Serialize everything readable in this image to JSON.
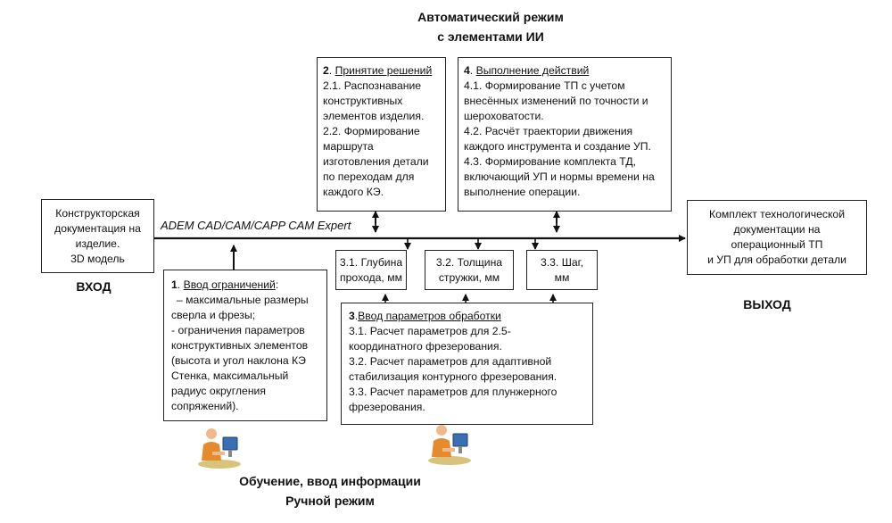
{
  "top_title": {
    "line1": "Автоматический режим",
    "line2": "с элементами ИИ"
  },
  "bottom_title": {
    "line1": "Обучение, ввод информации",
    "line2": "Ручной режим"
  },
  "input_box": {
    "lines": [
      "Конструкторская",
      "документация на",
      "изделие.",
      "3D модель"
    ]
  },
  "input_label": "ВХОД",
  "output_box": {
    "lines": [
      "Комплект технологической",
      "документации на",
      "операционный ТП",
      "и УП для обработки детали"
    ]
  },
  "output_label": "ВЫХОД",
  "bus_label": "ADEM CAD/CAM/CAPP CAM Expert",
  "box2": {
    "num": "2",
    "heading": "Принятие решений",
    "lines": [
      "2.1. Распознавание",
      "конструктивных",
      "элементов изделия.",
      "2.2. Формирование",
      "маршрута",
      "изготовления детали",
      "по переходам для",
      "каждого КЭ."
    ]
  },
  "box4": {
    "num": "4",
    "heading": "Выполнение действий",
    "lines": [
      "4.1. Формирование ТП с учетом",
      "внесённых изменений по точности и",
      "шероховатости.",
      "4.2. Расчёт траектории движения",
      "каждого инструмента и создание УП.",
      "4.3. Формирование комплекта ТД,",
      "включающий УП и нормы времени на",
      "выполнение операции."
    ]
  },
  "box1": {
    "num": "1",
    "heading": "Ввод ограничений",
    "colon": ":",
    "lines": [
      "– максимальные размеры",
      "сверла и фрезы;",
      "- ограничения параметров",
      "конструктивных элементов",
      "(высота и угол наклона КЭ",
      "Стенка, максимальный",
      "радиус округления",
      "сопряжений)."
    ]
  },
  "box3": {
    "num": "3",
    "heading": "Ввод параметров обработки",
    "lines": [
      "3.1. Расчет параметров для 2.5-",
      "координатного фрезерования.",
      "3.2. Расчет параметров для адаптивной",
      "стабилизация контурного фрезерования.",
      "3.3. Расчет параметров для плунжерного",
      "фрезерования."
    ]
  },
  "param31": {
    "lines": [
      "3.1. Глубина",
      "прохода, мм"
    ]
  },
  "param32": {
    "lines": [
      "3.2. Толщина",
      "стружки, мм"
    ]
  },
  "param33": {
    "lines": [
      "3.3. Шаг,",
      "мм"
    ]
  },
  "icons": {
    "operator": "operator-at-computer-icon"
  }
}
